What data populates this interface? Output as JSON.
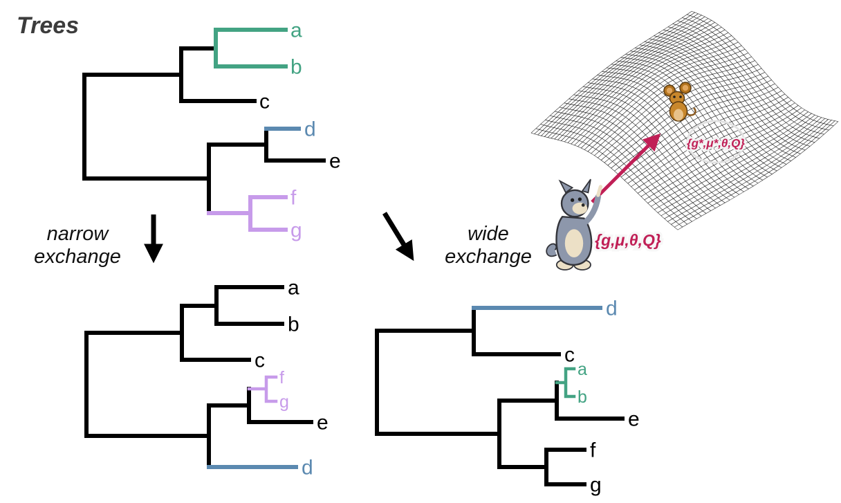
{
  "title": "Trees",
  "colors": {
    "green": "#43a383",
    "blue": "#5b89b0",
    "purple": "#c79bea",
    "crimson": "#c01f56",
    "black": "#000000"
  },
  "operations": {
    "narrow": {
      "line1": "narrow",
      "line2": "exchange"
    },
    "wide": {
      "line1": "wide",
      "line2": "exchange"
    }
  },
  "trees": {
    "original": {
      "leaves": [
        {
          "label": "a",
          "color": "#43a383"
        },
        {
          "label": "b",
          "color": "#43a383"
        },
        {
          "label": "c",
          "color": "#000000"
        },
        {
          "label": "d",
          "color": "#5b89b0"
        },
        {
          "label": "e",
          "color": "#000000"
        },
        {
          "label": "f",
          "color": "#c79bea"
        },
        {
          "label": "g",
          "color": "#c79bea"
        }
      ]
    },
    "narrow_result": {
      "leaves": [
        {
          "label": "a",
          "color": "#000000"
        },
        {
          "label": "b",
          "color": "#000000"
        },
        {
          "label": "c",
          "color": "#000000"
        },
        {
          "label": "f",
          "color": "#c79bea"
        },
        {
          "label": "g",
          "color": "#c79bea"
        },
        {
          "label": "e",
          "color": "#000000"
        },
        {
          "label": "d",
          "color": "#5b89b0"
        }
      ]
    },
    "wide_result": {
      "leaves": [
        {
          "label": "d",
          "color": "#5b89b0"
        },
        {
          "label": "c",
          "color": "#000000"
        },
        {
          "label": "a",
          "color": "#43a383"
        },
        {
          "label": "b",
          "color": "#43a383"
        },
        {
          "label": "e",
          "color": "#000000"
        },
        {
          "label": "f",
          "color": "#000000"
        },
        {
          "label": "g",
          "color": "#000000"
        }
      ]
    }
  },
  "landscape": {
    "optimum_label": "{g*,μ*,θ,Q}",
    "parameters_label": "{g,μ,θ,Q}"
  }
}
